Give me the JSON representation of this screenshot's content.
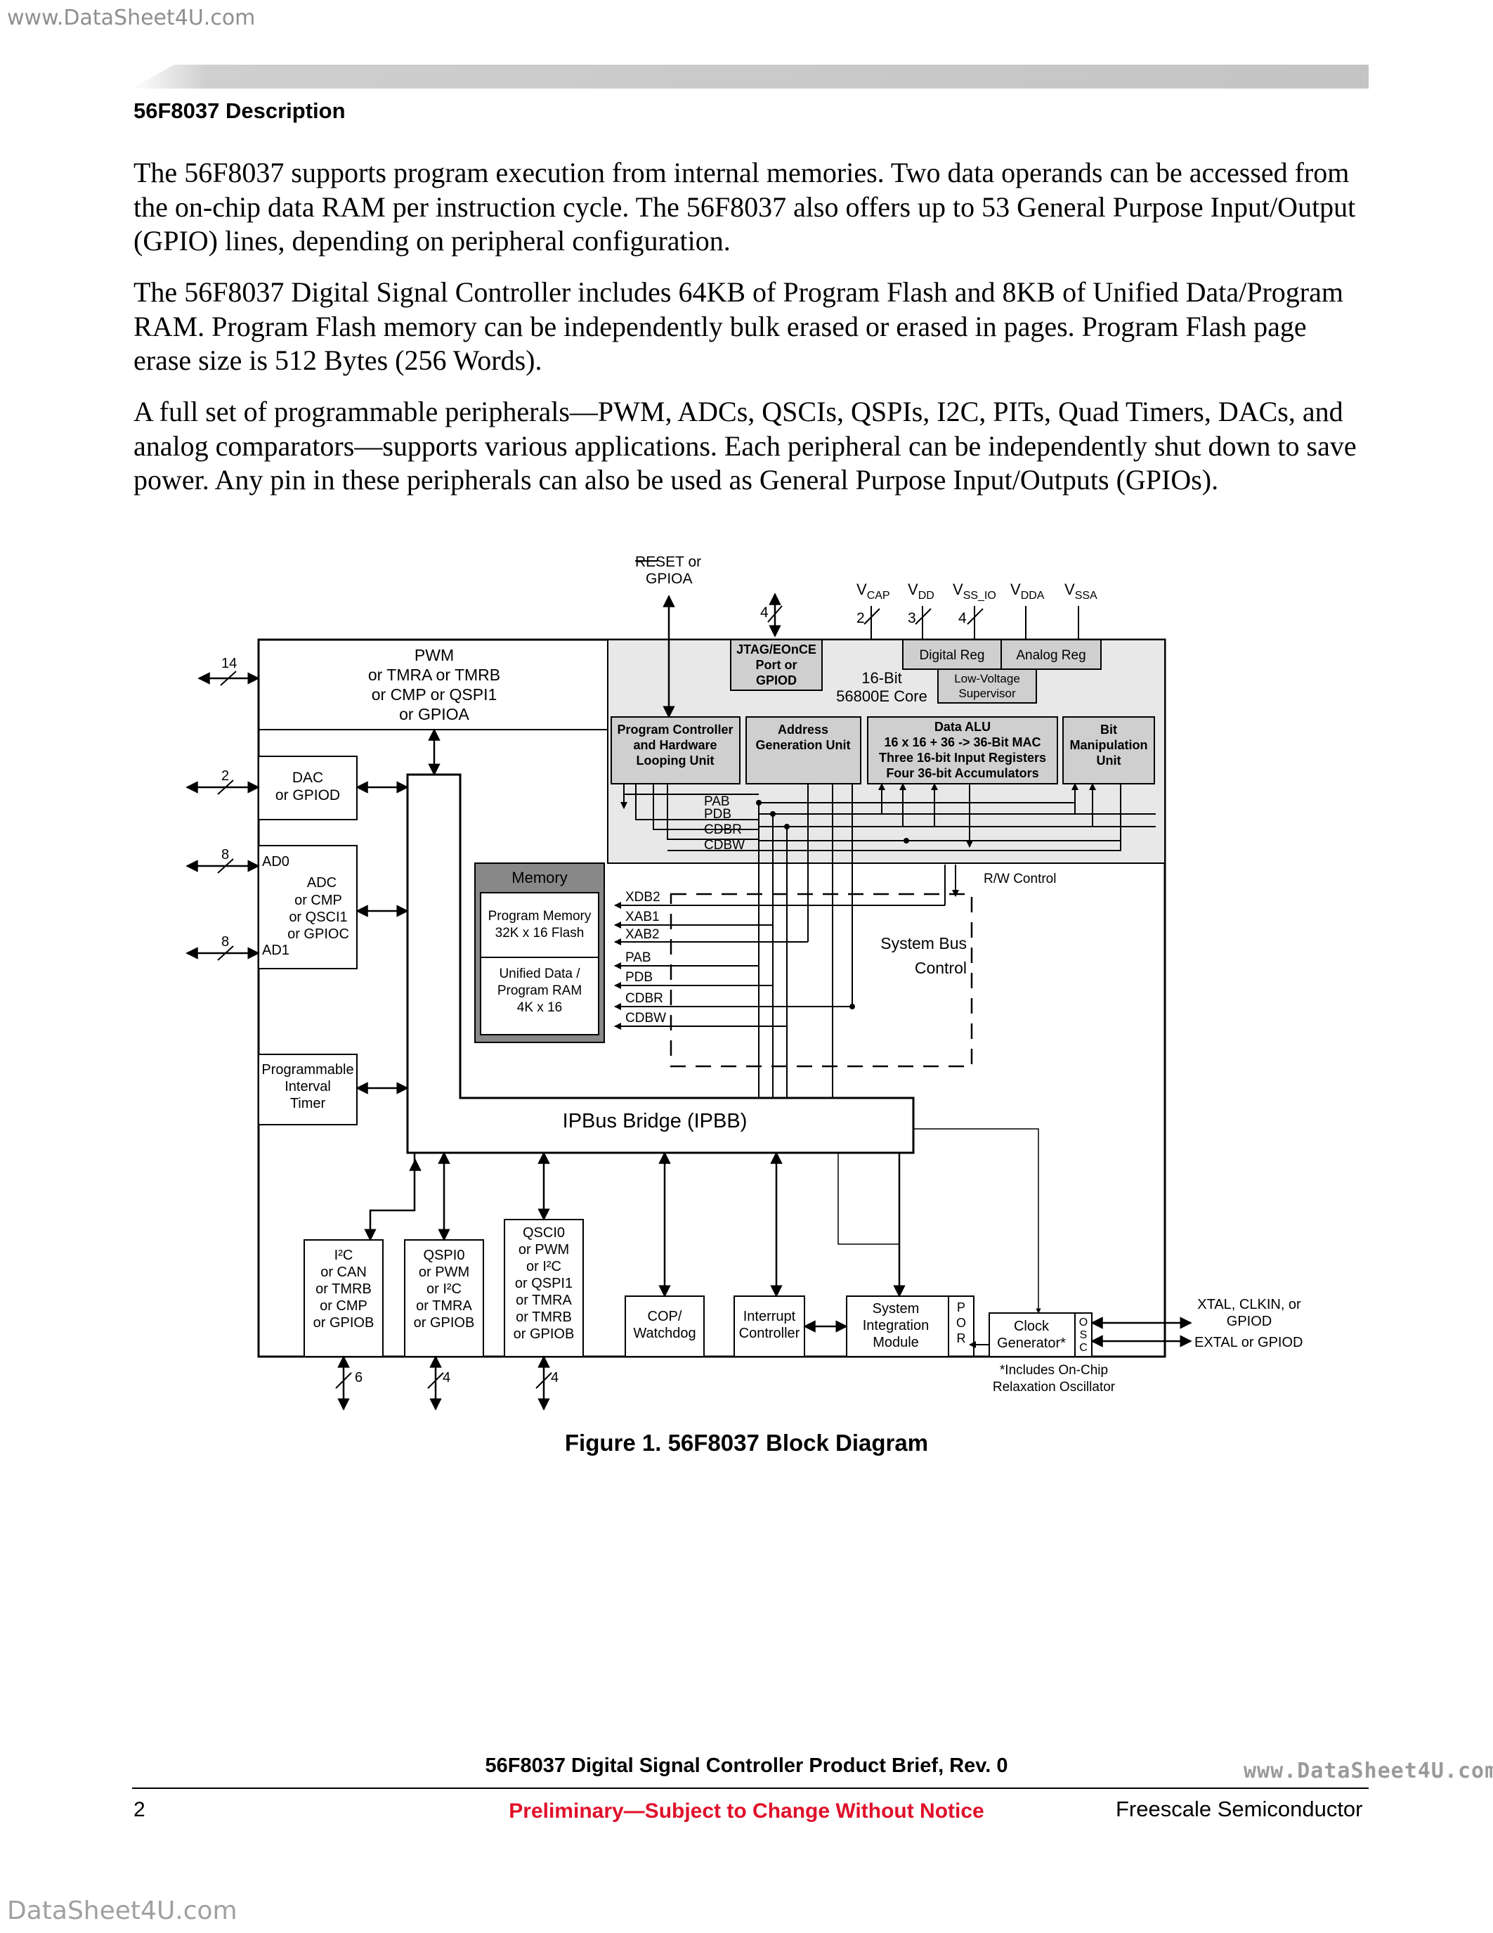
{
  "watermarks": {
    "top": "www.DataSheet4U.com",
    "right": "www.DataSheet4U.com",
    "bottom": "DataSheet4U.com"
  },
  "section_title": "56F8037 Description",
  "paragraphs": [
    "The 56F8037 supports program execution from internal memories. Two data operands can be accessed from the on-chip data RAM per instruction cycle. The 56F8037 also offers up to 53 General Purpose Input/Output (GPIO) lines, depending on peripheral configuration.",
    "The 56F8037 Digital Signal Controller includes 64KB of Program Flash and 8KB of Unified Data/Program RAM. Program Flash memory can be independently bulk erased or erased in pages. Program Flash page erase size is 512 Bytes (256 Words).",
    "A full set of programmable peripherals—PWM, ADCs, QSCIs, QSPIs, I2C, PITs, Quad Timers, DACs, and analog comparators—supports various applications. Each peripheral can be independently shut down to save power. Any pin in these peripherals can also be used as General Purpose Input/Outputs (GPIOs)."
  ],
  "diagram": {
    "reset_line1": "RESET or",
    "reset_line2": "GPIOA",
    "jtag_count": "4",
    "supplies": {
      "vcap": "V",
      "vcap_sub": "CAP",
      "vcap_count": "2",
      "vdd": "V",
      "vdd_sub": "DD",
      "vdd_count": "3",
      "vss_io": "V",
      "vss_io_sub": "SS_IO",
      "vss_io_count": "4",
      "vdda": "V",
      "vdda_sub": "DDA",
      "vssa": "V",
      "vssa_sub": "SSA"
    },
    "pwm": {
      "count": "14",
      "lines": [
        "PWM",
        "or TMRA or TMRB",
        "or CMP or QSPI1",
        "or GPIOA"
      ]
    },
    "dac": {
      "count": "2",
      "lines": [
        "DAC",
        "or GPIOD"
      ]
    },
    "adc": {
      "count_top": "8",
      "count_bottom": "8",
      "ad0": "AD0",
      "ad1": "AD1",
      "lines": [
        "ADC",
        "or CMP",
        "or QSCI1",
        "or GPIOC"
      ]
    },
    "pit": {
      "lines": [
        "Programmable",
        "Interval",
        "Timer"
      ]
    },
    "jtag": {
      "lines": [
        "JTAG/EOnCE",
        "Port or",
        "GPIOD"
      ]
    },
    "digital_reg": "Digital Reg",
    "analog_reg": "Analog Reg",
    "lvs": [
      "Low-Voltage",
      "Supervisor"
    ],
    "core": [
      "16-Bit",
      "56800E Core"
    ],
    "pc_unit": [
      "Program Controller",
      "and Hardware",
      "Looping Unit"
    ],
    "agu": [
      "Address",
      "Generation Unit"
    ],
    "alu": [
      "Data ALU",
      "16 x 16 + 36 -> 36-Bit MAC",
      "Three 16-bit Input Registers",
      "Four 36-bit Accumulators"
    ],
    "bmu": [
      "Bit",
      "Manipulation",
      "Unit"
    ],
    "core_buses": [
      "PAB",
      "PDB",
      "CDBR",
      "CDBW"
    ],
    "rw_control": "R/W Control",
    "memory": {
      "title": "Memory",
      "program": [
        "Program Memory",
        "32K x 16 Flash"
      ],
      "unified": [
        "Unified Data /",
        "Program RAM",
        "4K x 16"
      ]
    },
    "mem_buses": [
      "XDB2",
      "XAB1",
      "XAB2",
      "PAB",
      "PDB",
      "CDBR",
      "CDBW"
    ],
    "sbc": [
      "System Bus",
      "Control"
    ],
    "ipbb": "IPBus Bridge (IPBB)",
    "i2c": {
      "count": "6",
      "lines": [
        "I²C",
        "or CAN",
        "or TMRB",
        "or CMP",
        "or GPIOB"
      ]
    },
    "qspi0": {
      "count": "4",
      "lines": [
        "QSPI0",
        "or PWM",
        "or I²C",
        "or TMRA",
        "or GPIOB"
      ]
    },
    "qsci0": {
      "count": "4",
      "lines": [
        "QSCI0",
        "or PWM",
        "or I²C",
        "or QSPI1",
        "or TMRA",
        "or TMRB",
        "or GPIOB"
      ]
    },
    "cop": [
      "COP/",
      "Watchdog"
    ],
    "intc": [
      "Interrupt",
      "Controller"
    ],
    "sim": [
      "System",
      "Integration",
      "Module"
    ],
    "por": [
      "P",
      "O",
      "R"
    ],
    "clock": [
      "Clock",
      "Generator*"
    ],
    "osc": [
      "O",
      "S",
      "C"
    ],
    "xtal": [
      "XTAL, CLKIN, or",
      "GPIOD"
    ],
    "extal": "EXTAL or GPIOD",
    "note": [
      "*Includes On-Chip",
      "Relaxation Oscillator"
    ]
  },
  "caption": "Figure 1. 56F8037 Block Diagram",
  "footer": {
    "title": "56F8037 Digital Signal Controller Product Brief, Rev. 0",
    "page": "2",
    "notice": "Preliminary—Subject to Change Without Notice",
    "company": "Freescale Semiconductor"
  },
  "colors": {
    "notice": "#e0102a",
    "core_fill": "#e8e8e8",
    "unit_fill": "#cfcfcf",
    "memory_fill": "#888888"
  }
}
